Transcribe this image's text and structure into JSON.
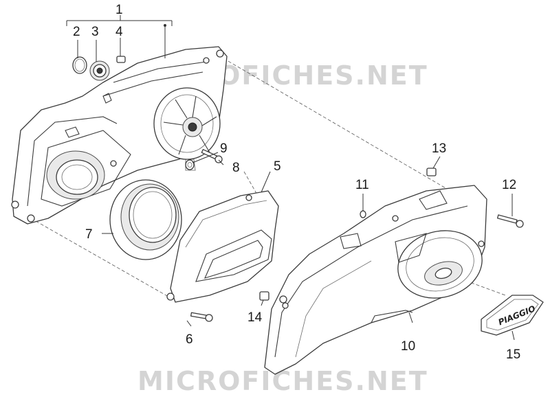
{
  "watermark": {
    "top": "MICROFICHES.NET",
    "bottom": "MICROFICHES.NET"
  },
  "badge": {
    "brand": "PIAGGIO"
  },
  "callouts": [
    {
      "id": "c1",
      "label": "1"
    },
    {
      "id": "c2",
      "label": "2"
    },
    {
      "id": "c3",
      "label": "3"
    },
    {
      "id": "c4",
      "label": "4"
    },
    {
      "id": "c5",
      "label": "5"
    },
    {
      "id": "c6",
      "label": "6"
    },
    {
      "id": "c7",
      "label": "7"
    },
    {
      "id": "c8",
      "label": "8"
    },
    {
      "id": "c9",
      "label": "9"
    },
    {
      "id": "c10",
      "label": "10"
    },
    {
      "id": "c11",
      "label": "11"
    },
    {
      "id": "c12",
      "label": "12"
    },
    {
      "id": "c13",
      "label": "13"
    },
    {
      "id": "c14",
      "label": "14"
    },
    {
      "id": "c15",
      "label": "15"
    }
  ]
}
